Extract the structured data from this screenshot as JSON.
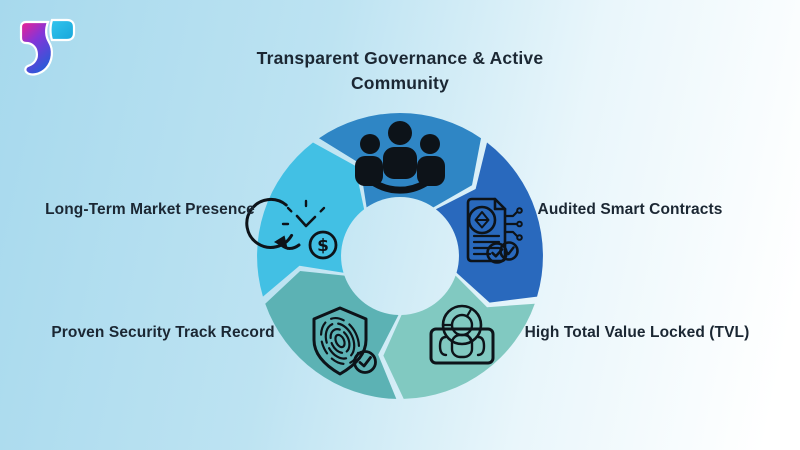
{
  "header": {
    "title": "Transparent Governance & Active Community"
  },
  "logo": {
    "name": "brand-logo",
    "colors": {
      "pink": "#ee2190",
      "purple": "#8435d8",
      "blue": "#2b59d8",
      "cyan": "#33c5ee",
      "cyan_dark": "#17a6da"
    }
  },
  "background": {
    "from": "#a7d9ed",
    "to": "#ffffff"
  },
  "wheel": {
    "type": "cycle-diagram",
    "direction": "clockwise",
    "icon_color": "#0d1319",
    "segments": [
      {
        "position": "top",
        "label": "Transparent Governance & Active Community",
        "icon": "community-people-icon",
        "color": "#2f86c5"
      },
      {
        "position": "right",
        "label": "Audited Smart Contracts",
        "icon": "audited-smart-contract-icon",
        "color": "#2969bd"
      },
      {
        "position": "bottom-right",
        "label": "High Total Value Locked (TVL)",
        "icon": "tvl-banknote-lock-icon",
        "color": "#81c9c1"
      },
      {
        "position": "bottom-left",
        "label": "Proven Security Track Record",
        "icon": "security-shield-fingerprint-icon",
        "color": "#5cb2b4"
      },
      {
        "position": "left",
        "label": "Long-Term Market Presence",
        "icon": "market-presence-clock-icon",
        "color": "#42c0e4"
      }
    ]
  }
}
